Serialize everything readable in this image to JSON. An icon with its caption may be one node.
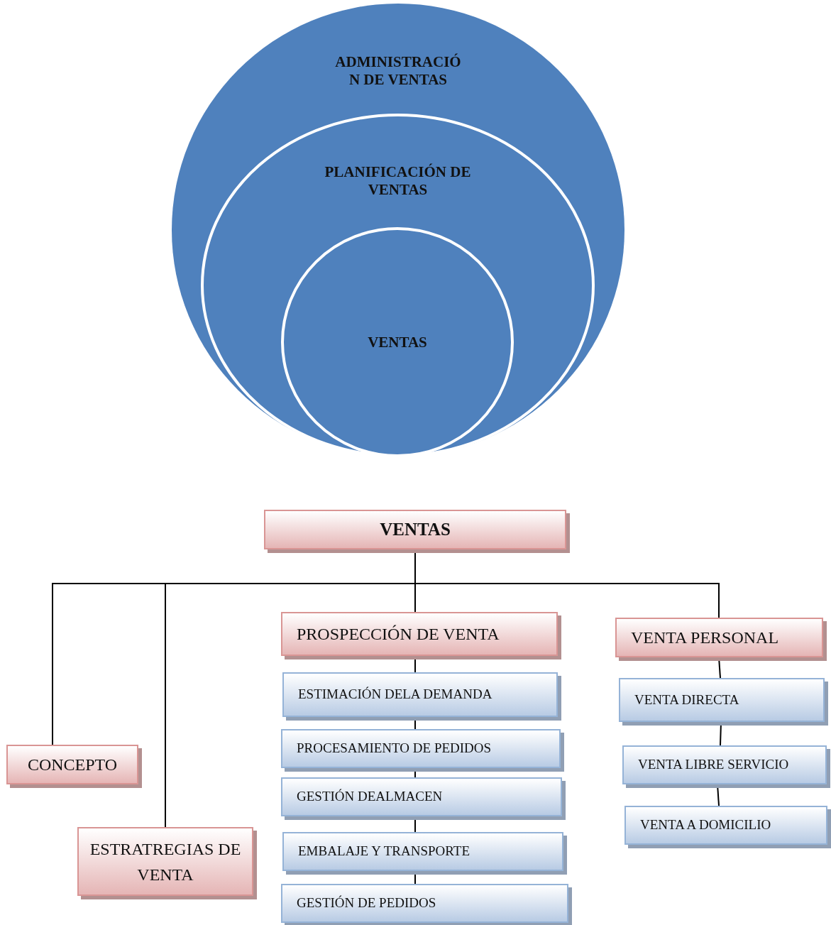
{
  "diagram": {
    "nodes": [
      {
        "text": [
          "ADMINISTRACIÓN DE VENTAS"
        ]
      },
      {
        "text": [
          "PLANIFICACIÓN DE VENTAS"
        ],
        "in": 0
      },
      {
        "text": [
          "VENTAS"
        ],
        "in": 1
      },
      {
        "text": [
          "VENTAS"
        ]
      },
      {
        "text": [
          "CONCEPTO"
        ]
      },
      {
        "text": [
          "ESTRATREGIAS DE VENTA"
        ]
      },
      {
        "text": [
          "PROSPECCIÓN DE VENTA"
        ]
      },
      {
        "text": [
          "VENTA PERSONAL"
        ]
      },
      {
        "text": [
          "ESTIMACIÓN DELA DEMANDA"
        ]
      },
      {
        "text": [
          "PROCESAMIENTO DE PEDIDOS"
        ]
      },
      {
        "text": [
          "GESTIÓN DEALMACEN"
        ]
      },
      {
        "text": [
          "EMBALAJE Y TRANSPORTE"
        ]
      },
      {
        "text": [
          "GESTIÓN DE PEDIDOS"
        ]
      },
      {
        "text": [
          "VENTA DIRECTA"
        ]
      },
      {
        "text": [
          "VENTA LIBRE SERVICIO"
        ]
      },
      {
        "text": [
          "VENTA A DOMICILIO"
        ]
      }
    ],
    "edges": [
      {
        "from": 3,
        "to": 4,
        "arrow": "none"
      },
      {
        "from": 3,
        "to": 5,
        "arrow": "none"
      },
      {
        "from": 3,
        "to": 6,
        "arrow": "none"
      },
      {
        "from": 3,
        "to": 7,
        "arrow": "none"
      },
      {
        "from": 6,
        "to": 8,
        "arrow": "none"
      },
      {
        "from": 8,
        "to": 9,
        "arrow": "none"
      },
      {
        "from": 9,
        "to": 10,
        "arrow": "none"
      },
      {
        "from": 10,
        "to": 11,
        "arrow": "none"
      },
      {
        "from": 11,
        "to": 12,
        "arrow": "none"
      },
      {
        "from": 7,
        "to": 13,
        "arrow": "none"
      },
      {
        "from": 13,
        "to": 14,
        "arrow": "none"
      },
      {
        "from": 14,
        "to": 15,
        "arrow": "none"
      }
    ]
  }
}
